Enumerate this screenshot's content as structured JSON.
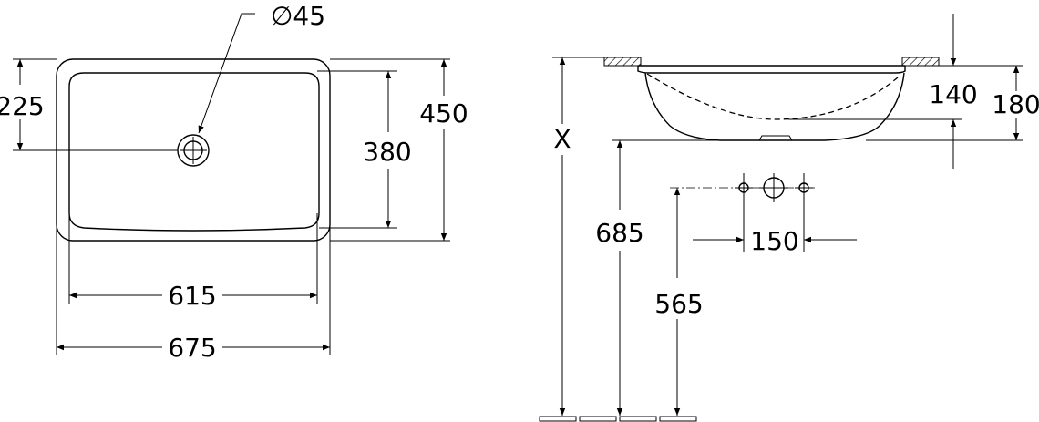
{
  "top_view": {
    "drain_diameter": "∅45",
    "drain_offset": "225",
    "outer_depth": "450",
    "inner_depth": "380",
    "inner_width": "615",
    "outer_width": "675"
  },
  "side_view": {
    "bowl_depth": "140",
    "total_depth": "180",
    "install_height": "X",
    "rim_height": "685",
    "tap_height": "565",
    "tap_spacing": "150"
  },
  "colors": {
    "line": "#000000",
    "background": "#ffffff"
  }
}
